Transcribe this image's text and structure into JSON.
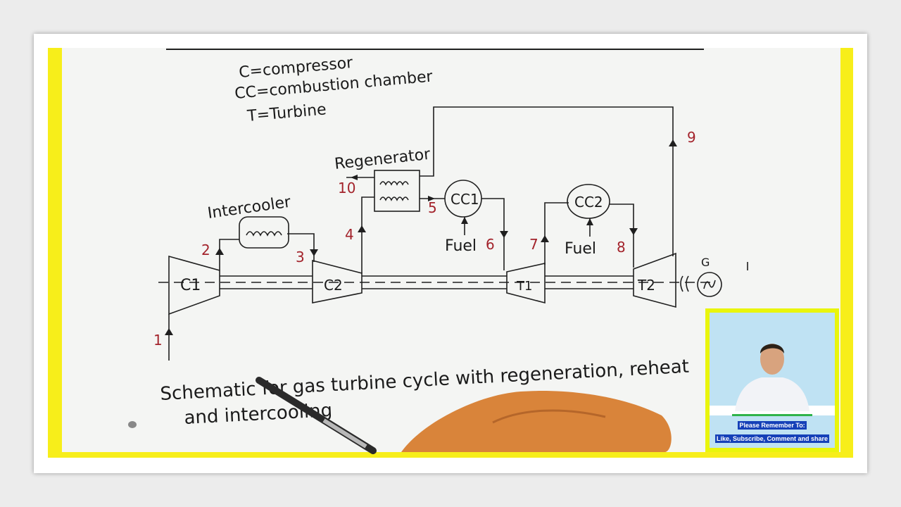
{
  "legend": {
    "line1": "C=compressor",
    "line2": "CC=combustion chamber",
    "line3": "T=Turbine"
  },
  "components": {
    "regenerator": "Regenerator",
    "intercooler": "Intercooler",
    "cc1": "CC1",
    "cc2": "CC2",
    "c1": "C1",
    "c2": "C2",
    "t1": "T1",
    "t2": "T2",
    "generator": "G",
    "fuel1": "Fuel",
    "fuel2": "Fuel"
  },
  "states": [
    "1",
    "2",
    "3",
    "4",
    "5",
    "6",
    "7",
    "8",
    "9",
    "10"
  ],
  "caption": {
    "line1": "Schematic for gas turbine cycle with regeneration, reheat",
    "line2": "and intercooling"
  },
  "video_overlay": {
    "banner_line1": "Please Remember To:",
    "banner_line2": "Like, Subscribe, Comment and share"
  },
  "colors": {
    "border_yellow": "#f7ee1a",
    "state_number_red": "#a3232b",
    "banner_blue": "#1540b8",
    "pip_background": "#bfe2f3"
  }
}
